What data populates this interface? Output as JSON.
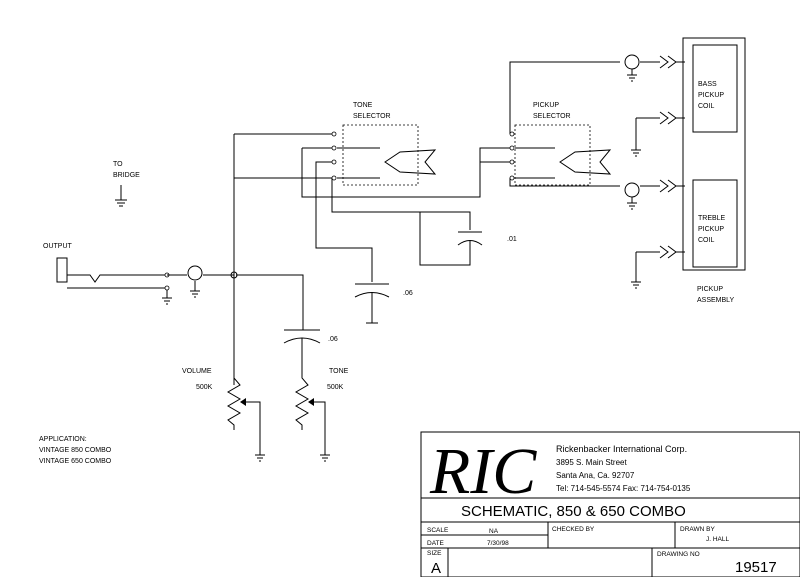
{
  "labels": {
    "tone_selector": [
      "TONE",
      "SELECTOR"
    ],
    "pickup_selector": [
      "PICKUP",
      "SELECTOR"
    ],
    "to_bridge": [
      "TO",
      "BRIDGE"
    ],
    "output": "OUTPUT",
    "bass_coil": [
      "BASS",
      "PICKUP",
      "COIL"
    ],
    "treble_coil": [
      "TREBLE",
      "PICKUP",
      "COIL"
    ],
    "pickup_assembly": [
      "PICKUP",
      "ASSEMBLY"
    ],
    "cap_01": ".01",
    "cap_06_a": ".06",
    "cap_06_b": ".06",
    "volume": [
      "VOLUME",
      "500K"
    ],
    "tone": [
      "TONE",
      "500K"
    ],
    "application": [
      "APPLICATION:",
      "VINTAGE 850  COMBO",
      "VINTAGE 650  COMBO"
    ]
  },
  "title_block": {
    "logo": "RIC",
    "company": "Rickenbacker International Corp.",
    "address1": "3895 S. Main Street",
    "address2": "Santa Ana, Ca. 92707",
    "phone": "Tel: 714-545-5574  Fax: 714-754-0135",
    "title": "SCHEMATIC, 850 & 650 COMBO",
    "scale_label": "SCALE",
    "scale_value": "NA",
    "date_label": "DATE",
    "date_value": "7/30/98",
    "checked_label": "CHECKED BY",
    "drawn_label": "DRAWN BY",
    "drawn_value": "J. HALL",
    "size_label": "SIZE",
    "size_value": "A",
    "drawing_no_label": "DRAWING NO",
    "drawing_no_value": "19517"
  }
}
